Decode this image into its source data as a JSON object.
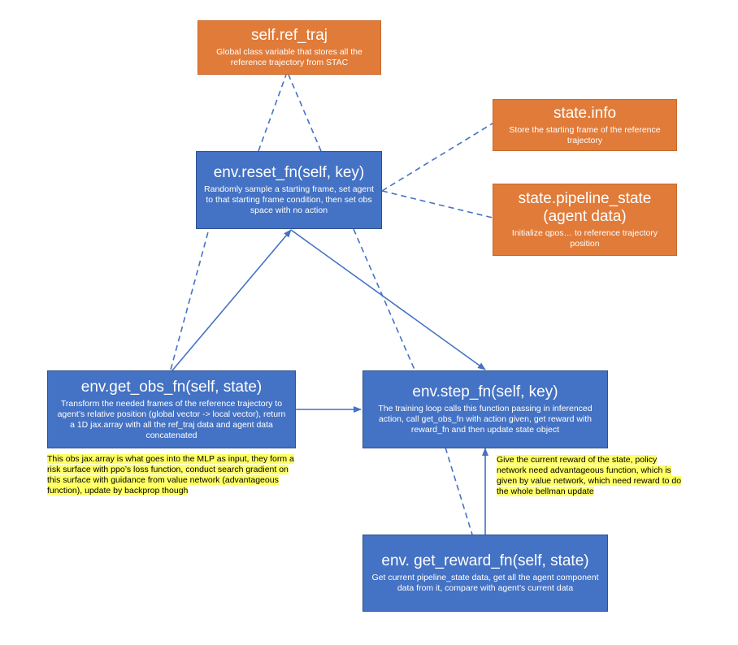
{
  "nodes": {
    "ref_traj": {
      "title": "self.ref_traj",
      "desc": "Global class variable that stores all the reference trajectory from STAC"
    },
    "state_info": {
      "title": "state.info",
      "desc": "Store the starting frame of the reference trajectory"
    },
    "pipeline_state": {
      "title": "state.pipeline_state (agent data)",
      "desc": "Initialize qpos… to reference trajectory position"
    },
    "reset_fn": {
      "title": "env.reset_fn(self, key)",
      "desc": "Randomly sample a starting frame, set agent to that starting frame condition, then set obs space with no action"
    },
    "get_obs_fn": {
      "title": "env.get_obs_fn(self, state)",
      "desc": "Transform the needed frames of the reference trajectory to agent’s relative position (global vector -> local vector), return a 1D jax.array with all the ref_traj data and agent data concatenated"
    },
    "step_fn": {
      "title": "env.step_fn(self, key)",
      "desc": "The training loop calls this function passing in inferenced action, call get_obs_fn with action given, get reward with reward_fn and then update state object"
    },
    "get_reward_fn": {
      "title": "env. get_reward_fn(self, state)",
      "desc": "Get current pipeline_state data, get all the agent component data from it, compare with agent’s current data"
    }
  },
  "notes": {
    "obs_note": "This obs jax.array is what goes into the MLP as input, they form a risk surface with ppo’s loss function, conduct search gradient on this surface with guidance from value network (advantageous function), update by backprop though",
    "reward_note": "Give the current reward of the state, policy network need advantageous function, which is given by value network, which need reward to do the whole bellman update"
  },
  "colors": {
    "orange": "#e07b39",
    "blue": "#4472c4",
    "edge": "#4472c4",
    "highlight": "#ffff66"
  }
}
